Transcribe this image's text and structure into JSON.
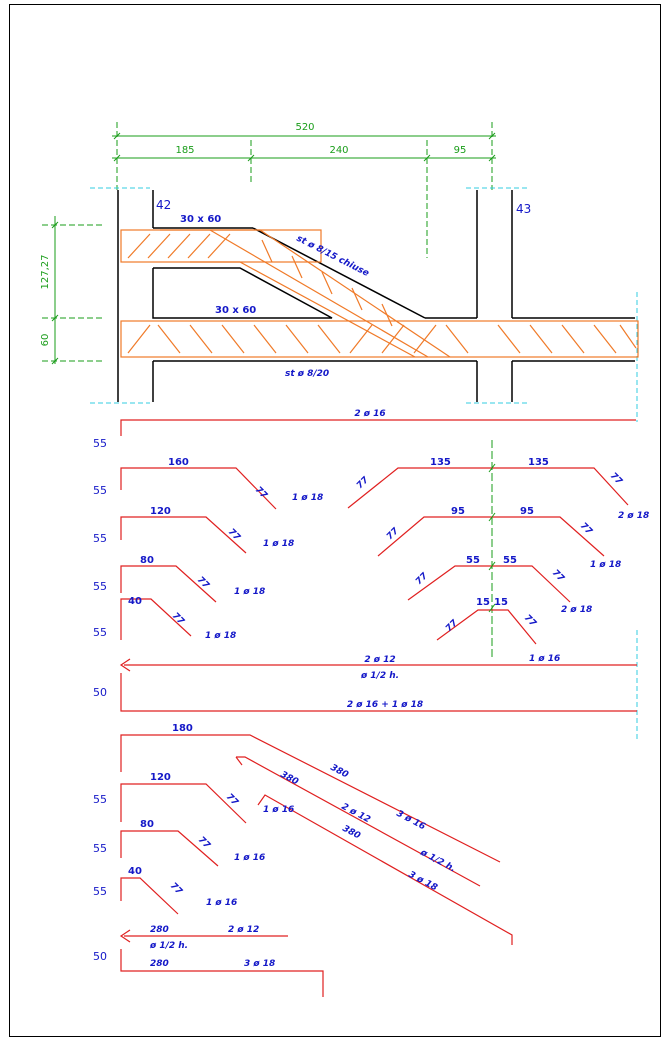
{
  "top_dims": {
    "total": "520",
    "d1": "185",
    "d2": "240",
    "d3": "95"
  },
  "left_dims": {
    "d1": "127,27",
    "d2": "60"
  },
  "columns": {
    "left": "42",
    "right": "43"
  },
  "beams": {
    "upper": "30 x 60",
    "lower": "30 x 60"
  },
  "stirrups": {
    "diagonal": "st ø 8/15 chiuse",
    "bottom": "st ø 8/20"
  },
  "top_bar": "2 ø 16",
  "bent_bars": [
    {
      "row": "55",
      "length": "160",
      "slope": "77",
      "label": "1 ø 18"
    },
    {
      "row": "55",
      "length": "120",
      "slope": "77",
      "label": "1 ø 18"
    },
    {
      "row": "55",
      "length": "80",
      "slope": "77",
      "label": "1 ø 18"
    },
    {
      "row": "55",
      "length": "40",
      "slope": "77",
      "label": "1 ø 18"
    }
  ],
  "mirror_bars": [
    {
      "left": "135",
      "right": "135",
      "slope": "77",
      "label": "2 ø 18"
    },
    {
      "left": "95",
      "right": "95",
      "slope": "77",
      "label": "1 ø 18"
    },
    {
      "left": "55",
      "right": "55",
      "slope": "77",
      "label": "2 ø 18"
    },
    {
      "left": "15",
      "right": "15",
      "slope": "77",
      "label": "1 ø 16"
    }
  ],
  "bottom_section": {
    "row": "50",
    "top_label": "2 ø 12",
    "half_h": "ø 1/2 h.",
    "bottom_label": "2 ø 16  +  1 ø 18"
  },
  "lower_bars": {
    "top_length": "180",
    "items": [
      {
        "row": "55",
        "length": "120",
        "slope": "77",
        "label": "1 ø 16"
      },
      {
        "row": "55",
        "length": "80",
        "slope": "77",
        "label": "1 ø 16"
      },
      {
        "row": "55",
        "length": "40",
        "slope": "77",
        "label": "1 ø 16"
      }
    ],
    "diagonals": [
      {
        "length": "380",
        "label": "3 ø 16"
      },
      {
        "length": "380",
        "label": "2 ø 12",
        "half_h": "ø 1/2 h."
      },
      {
        "length": "380",
        "label": "3 ø 18"
      }
    ],
    "small_top": {
      "length": "280",
      "label": "2 ø 12",
      "half_h": "ø 1/2 h."
    },
    "small_bottom": {
      "row": "50",
      "length": "280",
      "label": "3 ø 18"
    }
  }
}
